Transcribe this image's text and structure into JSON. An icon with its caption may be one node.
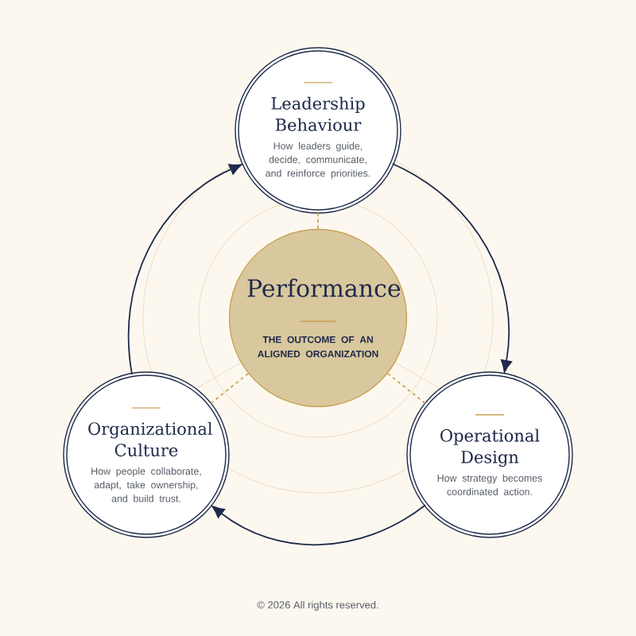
{
  "diagram": {
    "nodes": [
      {
        "text": [
          "Performance",
          "THE OUTCOME OF AN ALIGNED ORGANIZATION"
        ]
      },
      {
        "text": [
          "Leadership Behaviour",
          "How leaders guide, decide, communicate, and reinforce priorities."
        ]
      },
      {
        "text": [
          "Operational Design",
          "How strategy becomes coordinated action."
        ]
      },
      {
        "text": [
          "Organizational Culture",
          "How people collaborate, adapt, take ownership, and build trust."
        ]
      }
    ],
    "edges": [
      {
        "from": 1,
        "to": 2,
        "arrow": "to",
        "color": "#1e2a4a"
      },
      {
        "from": 2,
        "to": 3,
        "arrow": "to",
        "color": "#1e2a4a"
      },
      {
        "from": 3,
        "to": 1,
        "arrow": "to",
        "color": "#1e2a4a"
      },
      {
        "from": 0,
        "to": 1,
        "arrow": "none",
        "style": "dashed",
        "color": "#c9a45a"
      },
      {
        "from": 0,
        "to": 2,
        "arrow": "none",
        "style": "dashed",
        "color": "#c9a45a"
      },
      {
        "from": 0,
        "to": 3,
        "arrow": "none",
        "style": "dashed",
        "color": "#c9a45a"
      }
    ],
    "labels": [
      "© 2026 All rights reserved."
    ]
  }
}
